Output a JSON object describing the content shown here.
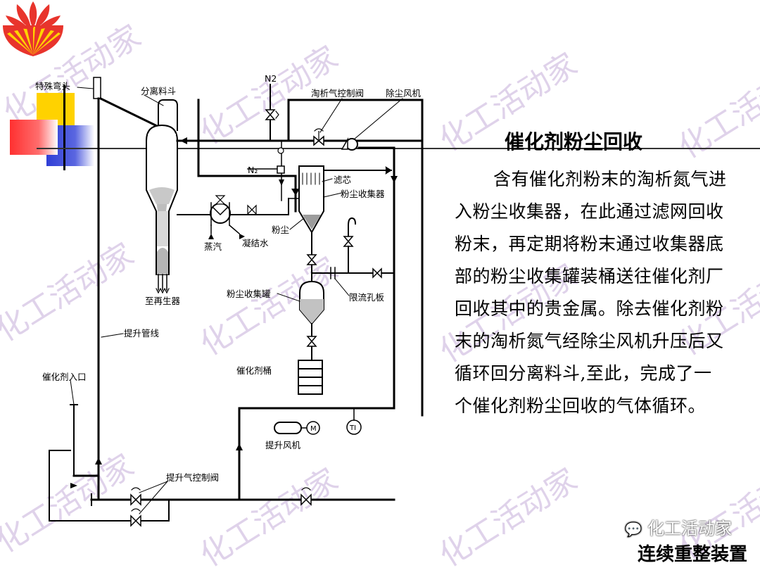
{
  "slide": {
    "title": "催化剂粉尘回收",
    "body": "含有催化剂粉末的淘析氮气进入粉尘收集器，在此通过滤网回收粉末，再定期将粉末通过收集器底部的粉尘收集罐装桶送往催化剂厂回收其中的贵金属。除去催化剂粉末的淘析氮气经除尘风机升压后又循环回分离料斗,至此，完成了一个催化剂粉尘回收的气体循环。",
    "footer": "连续重整装置"
  },
  "watermark": {
    "text": "化工活动家",
    "wechat": "化工活动家"
  },
  "diagram": {
    "labels": {
      "special_head": "特殊弯头",
      "separator_hopper": "分离料斗",
      "n2_top": "N2",
      "elutriation_valve": "淘析气控制阀",
      "dust_fan": "除尘风机",
      "n2_side": "N₂",
      "filter_core": "滤芯",
      "dust_collector": "粉尘收集器",
      "dust": "粉尘",
      "steam": "蒸汽",
      "condensate": "凝结水",
      "to_regenerator": "至再生器",
      "dust_tank": "粉尘收集罐",
      "orifice": "限流孔板",
      "catalyst_drum": "催化剂桶",
      "lift_line": "提升管线",
      "catalyst_inlet": "催化剂入口",
      "lift_fan": "提升风机",
      "motor": "M",
      "ti": "TI",
      "lift_gas_valve": "提升气控制阀"
    }
  },
  "colors": {
    "logo_red": "#e8342c",
    "logo_yellow": "#ffd400",
    "square_yellow": "#ffd200",
    "square_blue": "#2f3ed6",
    "square_red": "#ff3030",
    "watermark": "#d8c7e6"
  }
}
